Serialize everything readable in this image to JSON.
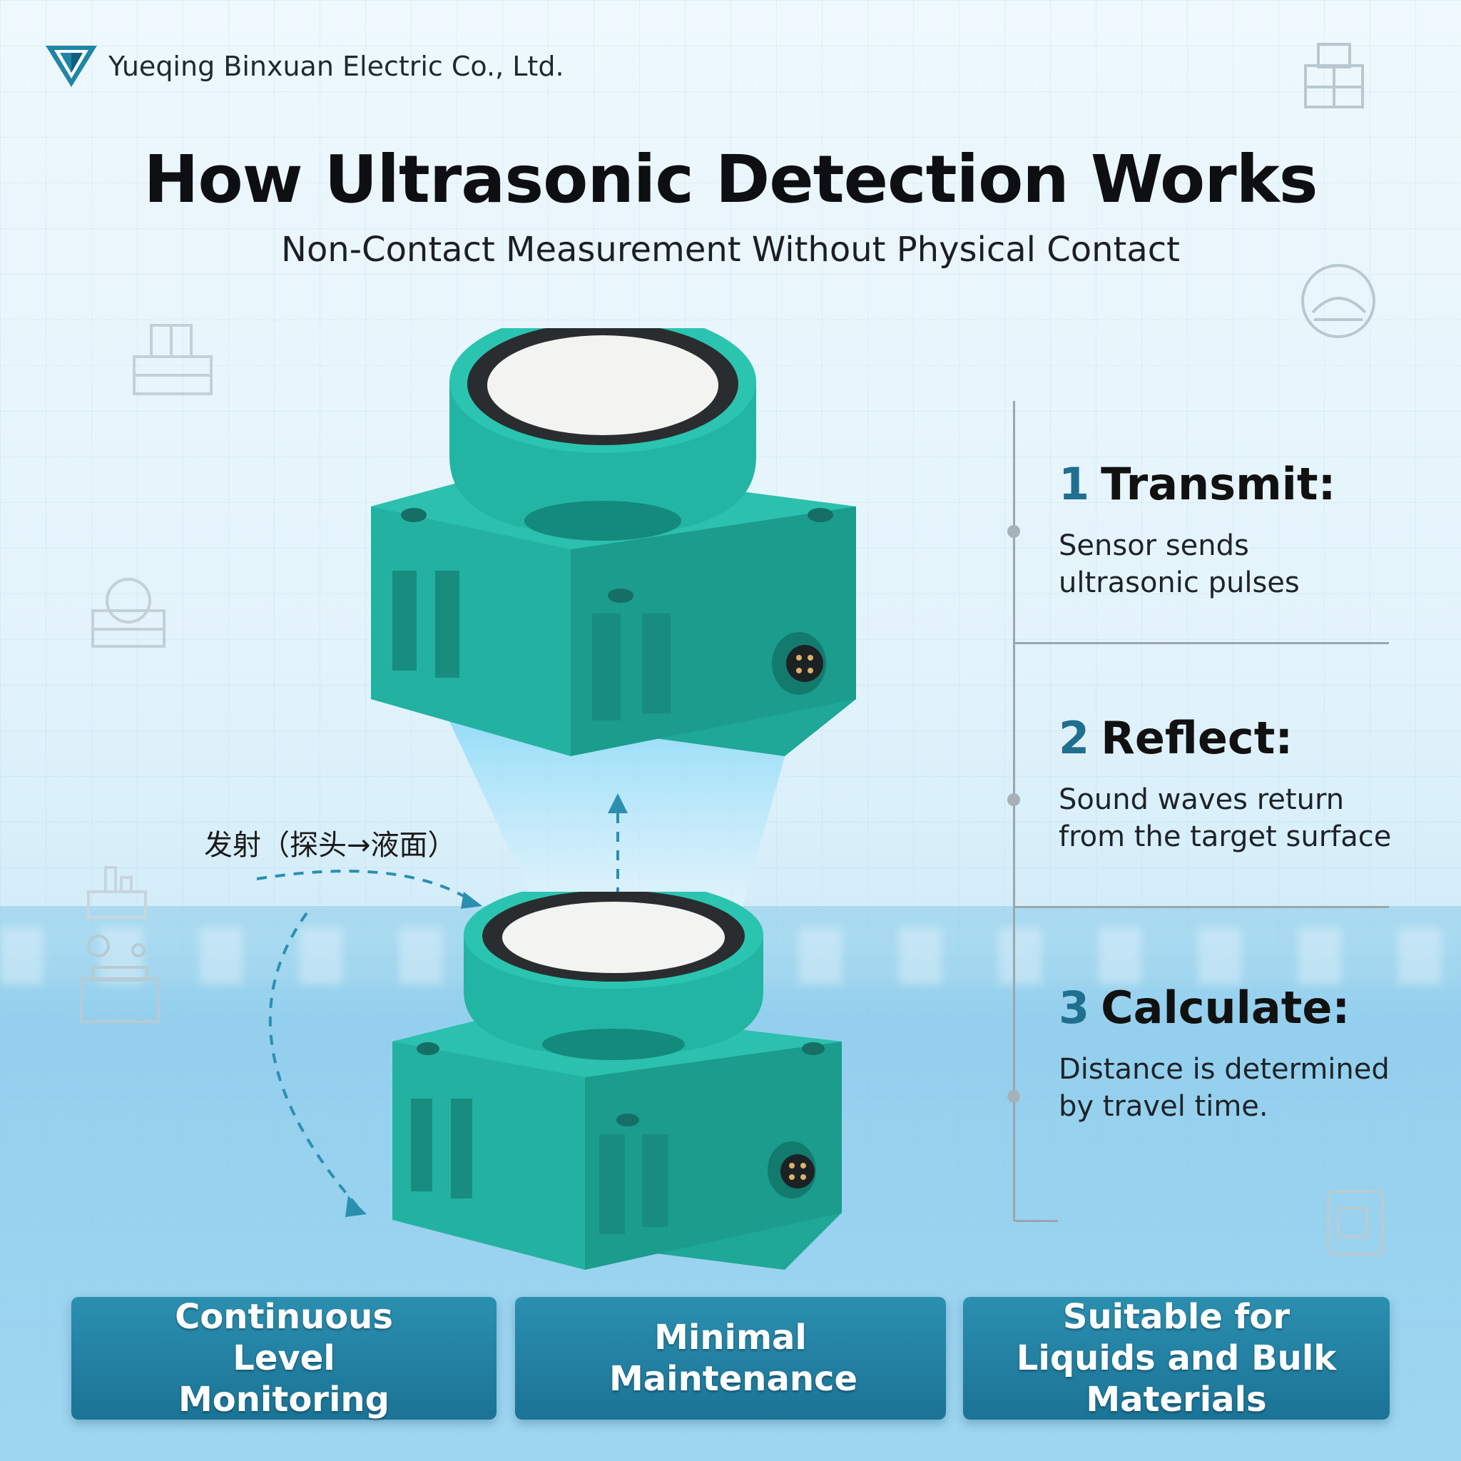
{
  "brand": {
    "company": "Yueqing Binxuan Electric Co., Ltd."
  },
  "title": "How Ultrasonic Detection Works",
  "subtitle": "Non-Contact Measurement Without Physical Contact",
  "diagram_label": "发射（探头→液面）",
  "steps": [
    {
      "number": "1",
      "name": "Transmit:",
      "description": "Sensor sends ultrasonic pulses"
    },
    {
      "number": "2",
      "name": "Reflect:",
      "description": "Sound waves return from the target surface"
    },
    {
      "number": "3",
      "name": "Calculate:",
      "description": "Distance is determined by travel time."
    }
  ],
  "features": [
    {
      "label": "Continuous Level Monitoring"
    },
    {
      "label": "Minimal Maintenance"
    },
    {
      "label": "Suitable for Liquids and Bulk Materials"
    }
  ],
  "colors": {
    "sensor_body": "#22b5a3",
    "accent_blue": "#1f6f8f",
    "feature_box": "#1b7395"
  },
  "icons": [
    "logo-icon",
    "machine-outline-icon",
    "tank-outline-icon"
  ]
}
